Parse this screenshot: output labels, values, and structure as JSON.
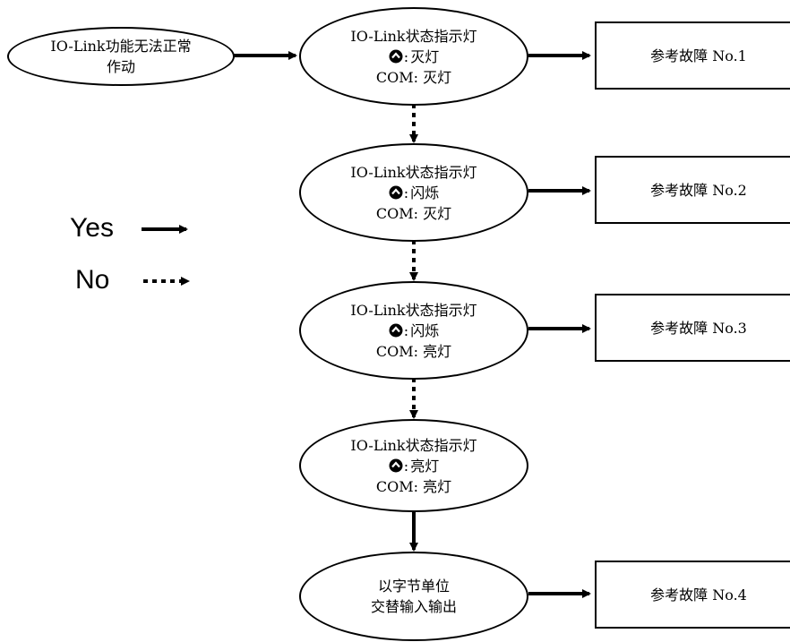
{
  "start": {
    "line1": "IO-Link功能无法正常",
    "line2": "作动"
  },
  "checks": [
    {
      "title": "IO-Link状态指示灯",
      "icon_state": "灭灯",
      "com_label": "COM:",
      "com_state": "灭灯",
      "result": "参考故障 No.1"
    },
    {
      "title": "IO-Link状态指示灯",
      "icon_state": "闪烁",
      "com_label": "COM:",
      "com_state": "灭灯",
      "result": "参考故障 No.2"
    },
    {
      "title": "IO-Link状态指示灯",
      "icon_state": "闪烁",
      "com_label": "COM:",
      "com_state": "亮灯",
      "result": "参考故障 No.3"
    },
    {
      "title": "IO-Link状态指示灯",
      "icon_state": "亮灯",
      "com_label": "COM:",
      "com_state": "亮灯"
    }
  ],
  "final": {
    "line1": "以字节单位",
    "line2": "交替输入输出",
    "result": "参考故障 No.4"
  },
  "legend": {
    "yes": "Yes",
    "no": "No"
  },
  "icon_sep": ":",
  "icons": {
    "status": "io-link-status-icon"
  },
  "colors": {
    "stroke": "#000000",
    "background": "#ffffff"
  }
}
